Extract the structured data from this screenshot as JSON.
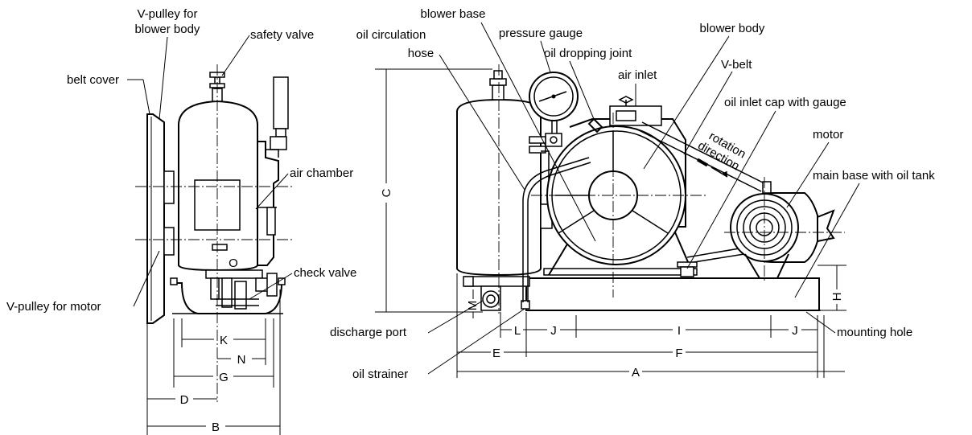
{
  "labels": {
    "v_pulley_blower": [
      "V-pulley for",
      "blower body"
    ],
    "safety_valve": "safety valve",
    "belt_cover": "belt cover",
    "air_chamber": "air chamber",
    "check_valve": "check valve",
    "v_pulley_motor": "V-pulley for motor",
    "blower_base": "blower base",
    "oil_circulation_hose": [
      "oil circulation",
      "hose"
    ],
    "pressure_gauge": "pressure gauge",
    "oil_dropping_joint": "oil dropping joint",
    "blower_body": "blower body",
    "v_belt": "V-belt",
    "air_inlet": "air inlet",
    "oil_inlet_cap": "oil inlet cap with gauge",
    "rotation_direction": [
      "rotation",
      "direction"
    ],
    "motor": "motor",
    "main_base": "main base with oil tank",
    "discharge_port": "discharge port",
    "oil_strainer": "oil strainer",
    "mounting_hole": "mounting hole"
  },
  "dimensions": {
    "A": "A",
    "B": "B",
    "C": "C",
    "D": "D",
    "E": "E",
    "F": "F",
    "G": "G",
    "H": "H",
    "I": "I",
    "J": "J",
    "K": "K",
    "L": "L",
    "M": "M",
    "N": "N",
    "O": "O"
  }
}
